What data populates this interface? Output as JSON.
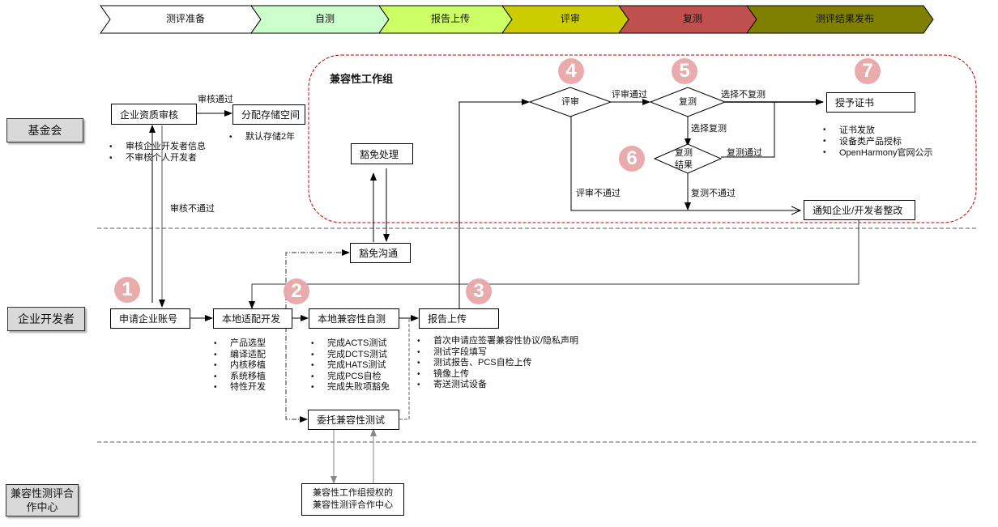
{
  "stages": [
    {
      "label": "测评准备",
      "color": "#ffffff"
    },
    {
      "label": "自测",
      "color": "#ccffcc"
    },
    {
      "label": "报告上传",
      "color": "#ccff66"
    },
    {
      "label": "评审",
      "color": "#cccc00"
    },
    {
      "label": "复测",
      "color": "#c0504d"
    },
    {
      "label": "测评结果发布",
      "color": "#808000"
    }
  ],
  "lanes": {
    "foundation": "基金会",
    "developer": "企业开发者",
    "center_line1": "兼容性测评合",
    "center_line2": "作中心"
  },
  "group": {
    "title": "兼容性工作组",
    "border_color": "#c00000"
  },
  "badges": [
    "1",
    "2",
    "3",
    "4",
    "5",
    "6",
    "7"
  ],
  "badge_color": "#e8a7a7",
  "boxes": {
    "qualification_review": "企业资质审核",
    "allocate_storage": "分配存储空间",
    "exemption_handling": "豁免处理",
    "grant_certificate": "授予证书",
    "notify_rectify": "通知企业/开发者整改",
    "exemption_communication": "豁免沟通",
    "apply_account": "申请企业账号",
    "local_adaptation": "本地适配开发",
    "local_selftest": "本地兼容性自测",
    "report_upload": "报告上传",
    "entrust_test": "委托兼容性测试",
    "auth_center_line1": "兼容性工作组授权的",
    "auth_center_line2": "兼容性测评合作中心"
  },
  "diamonds": {
    "review": "评审",
    "retest": "复测",
    "retest_result_line1": "复测",
    "retest_result_line2": "结果"
  },
  "edge_labels": {
    "review_pass_qual": "审核通过",
    "review_fail_qual": "审核不通过",
    "review_pass": "评审通过",
    "review_fail": "评审不通过",
    "choose_no_retest": "选择不复测",
    "choose_retest": "选择复测",
    "retest_pass": "复测通过",
    "retest_fail": "复测不通过"
  },
  "bullets": {
    "qualification": [
      "审核企业开发者信息",
      "不审核个人开发者"
    ],
    "storage": [
      "默认存储2年"
    ],
    "certificate": [
      "证书发放",
      "设备类产品授标",
      "OpenHarmony官网公示"
    ],
    "adaptation": [
      "产品选型",
      "编译适配",
      "内核移植",
      "系统移植",
      "特性开发"
    ],
    "selftest": [
      "完成ACTS测试",
      "完成DCTS测试",
      "完成HATS测试",
      "完成PCS自检",
      "完成失败项豁免"
    ],
    "upload": [
      "首次申请应签署兼容性协议/隐私声明",
      "测试字段填写",
      "测试报告、PCS自检上传",
      "镜像上传",
      "寄送测试设备"
    ]
  }
}
